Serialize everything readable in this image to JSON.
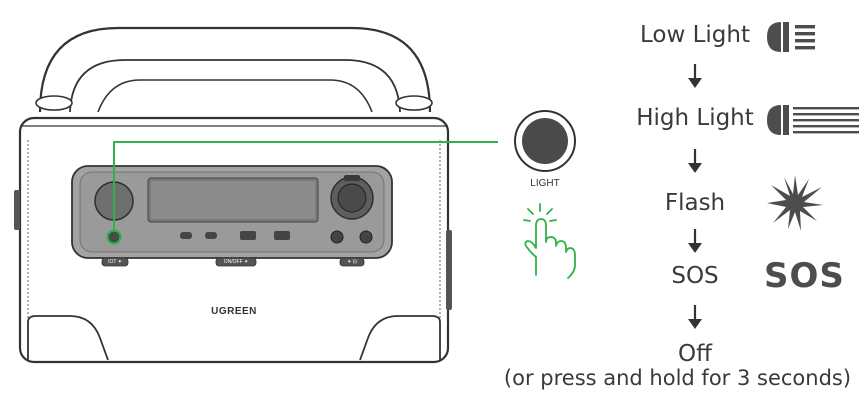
{
  "device": {
    "brand": "UGREEN",
    "buttons": {
      "left": "IOT ✦",
      "center": "ON/OFF ✦",
      "right": "✦ ⊡"
    }
  },
  "light_button": {
    "caption": "LIGHT"
  },
  "modes": [
    {
      "label": "Low Light",
      "icon": "low-beam-icon"
    },
    {
      "label": "High Light",
      "icon": "high-beam-icon"
    },
    {
      "label": "Flash",
      "icon": "flash-burst-icon"
    },
    {
      "label": "SOS",
      "icon": "sos-text",
      "icon_text": "SOS"
    },
    {
      "label": "Off"
    }
  ],
  "note": "(or press and hold for 3 seconds)",
  "colors": {
    "highlight": "#2db34a",
    "icon": "#4d4d4d",
    "panel": "#9b9b9b"
  }
}
